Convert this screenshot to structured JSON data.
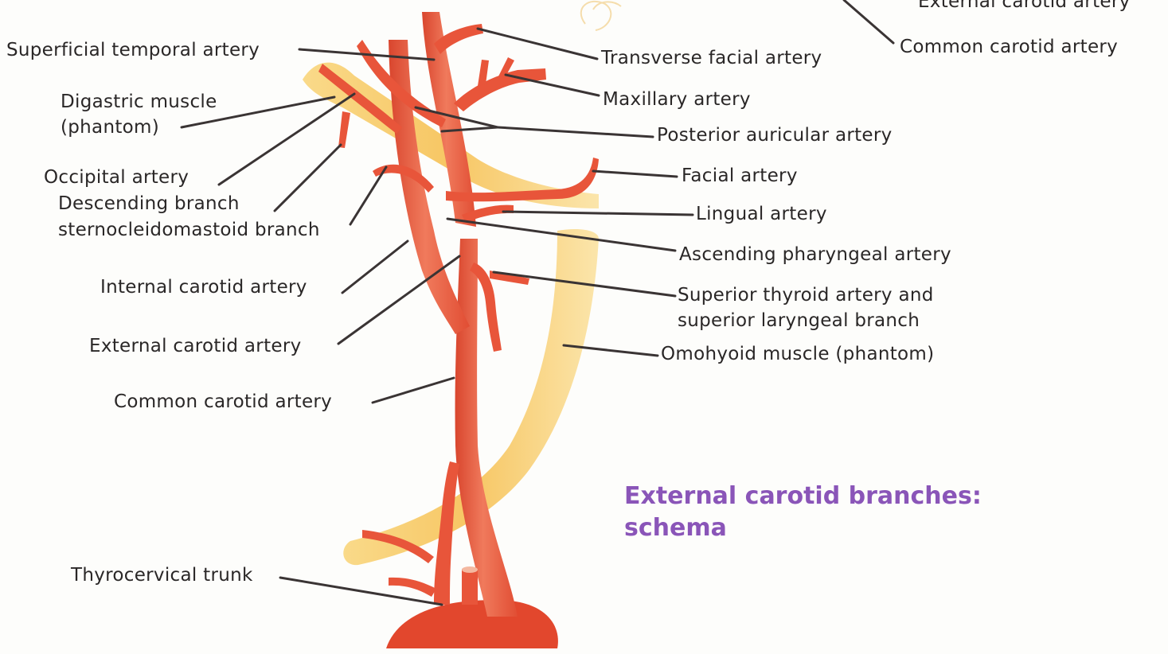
{
  "labels": {
    "superficial_temporal": "Superficial temporal artery",
    "digastric_line1": "Digastric muscle",
    "digastric_line2": "(phantom)",
    "occipital": "Occipital artery",
    "descending_branch": "Descending branch",
    "sternocleidomastoid": "sternocleidomastoid branch",
    "internal_carotid": "Internal carotid artery",
    "external_carotid_left": "External carotid artery",
    "common_carotid_left": "Common carotid artery",
    "thyrocervical": "Thyrocervical trunk",
    "transverse_facial": "Transverse facial artery",
    "maxillary": "Maxillary artery",
    "posterior_auricular": "Posterior auricular artery",
    "facial": "Facial artery",
    "lingual": "Lingual artery",
    "ascending_pharyngeal": "Ascending pharyngeal artery",
    "superior_thyroid_line1": "Superior thyroid artery and",
    "superior_thyroid_line2": "superior laryngeal branch",
    "omohyoid": "Omohyoid muscle (phantom)",
    "external_carotid_top_right": "External carotid artery",
    "common_carotid_right": "Common carotid artery"
  },
  "caption": {
    "line1": "External carotid branches:",
    "line2": "schema"
  },
  "colors": {
    "artery": "#e8553a",
    "artery_highlight": "#f4876a",
    "muscle": "#f7c35a",
    "label_text": "#2a2727",
    "caption_text": "#8a55b8"
  }
}
